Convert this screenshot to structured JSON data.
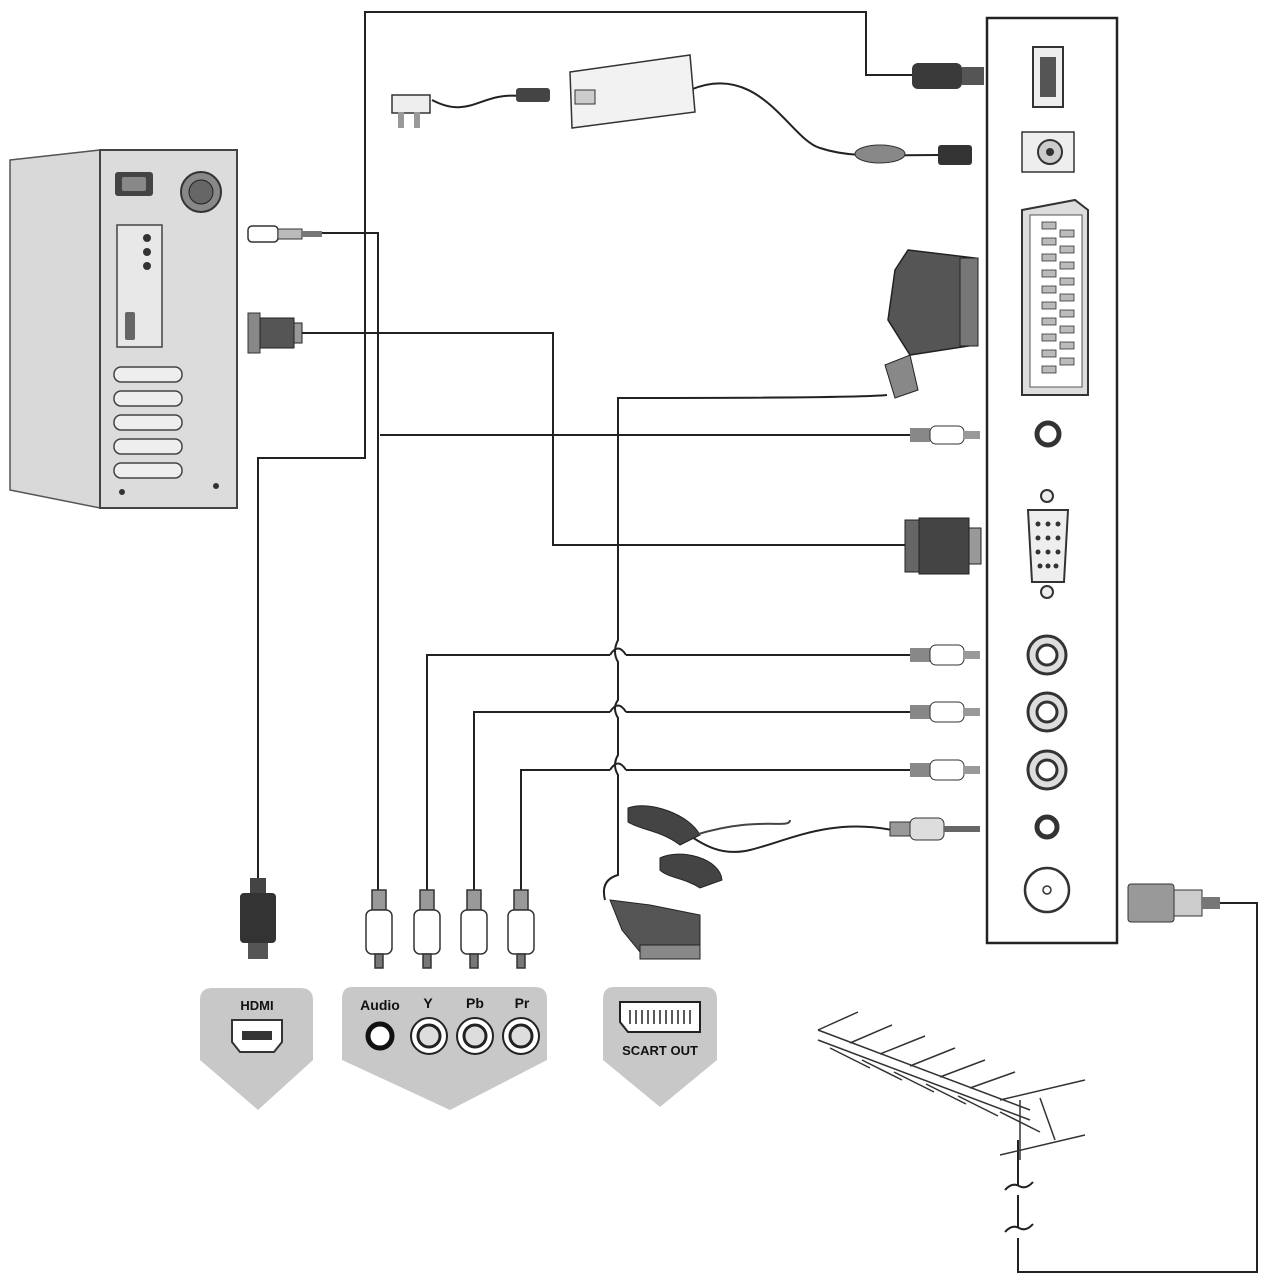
{
  "labels": {
    "hdmi": "HDMI",
    "audio": "Audio",
    "y": "Y",
    "pb": "Pb",
    "pr": "Pr",
    "scart_out": "SCART OUT"
  },
  "colors": {
    "line": "#222222",
    "panel_fill": "#c8c8c8",
    "tv_panel": "#ffffff",
    "connector_dark": "#3a3a3a"
  },
  "icons": [
    "pc-tower-icon",
    "hdmi-plug-icon",
    "rca-plug-icon",
    "vga-plug-icon",
    "scart-plug-icon",
    "power-adapter-icon",
    "mains-plug-icon",
    "headphones-icon",
    "antenna-icon",
    "coax-plug-icon"
  ]
}
